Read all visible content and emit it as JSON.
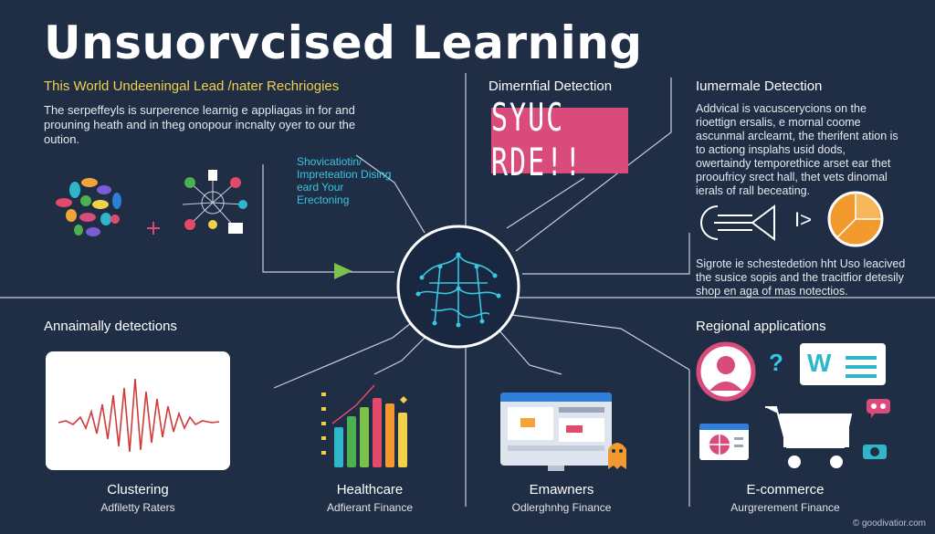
{
  "header": {
    "title": "Unsuorvcised Learning",
    "subtitle": "This World Undeeningal Lead /nater Rechriogies",
    "intro": "The serpeffeyls is surperence learnig e appliagas in for and prouning heath and in theg onopour incnalty oyer to our the oution."
  },
  "center": {
    "cyan_text": "Shovicatiotin/ Impreteation Dising eard Your Erectoning"
  },
  "sections": {
    "dimernfial": {
      "heading": "Dimernfial Detection",
      "sign_text": "SYUC RDE!!"
    },
    "iumermale": {
      "heading": "Iumermale Detection",
      "body": "Addvical is vacuscerycions on the rioettign ersalis, e mornal coome ascunmal arclearnt, the therifent ation is to actiong insplahs usid dods, owertaindy temporethice arset ear thet prooufricy srect hall, thet vets dinomal ierals of rall beceating.",
      "icon_glyph": "I>",
      "bottom_text": "Sigrote ie schestedetion hht Uso leacived the susice sopis and the tracitfior detesily shop en aga of mas notectios."
    },
    "anomaly": {
      "heading": "Annaimally detections"
    },
    "regional": {
      "heading": "Regional applications",
      "question_glyph": "?",
      "chat_glyph": "W"
    }
  },
  "bottom": {
    "clustering": {
      "title": "Clustering",
      "sub": "Adfiletty Raters"
    },
    "healthcare": {
      "title": "Healthcare",
      "sub": "Adfierant Finance"
    },
    "emawners": {
      "title": "Emawners",
      "sub": "Odlerghnhg Finance"
    },
    "ecommerce": {
      "title": "E-commerce",
      "sub": "Aurgrerement Finance"
    }
  },
  "footer": {
    "credit": "© goodivatior.com"
  },
  "colors": {
    "background": "#1f2d45",
    "accent_yellow": "#f2d14a",
    "accent_cyan": "#39c6e0",
    "sign_pink": "#d94b7a",
    "pie_orange": "#f29a2e",
    "wave_red": "#d23a3a"
  },
  "icons": [
    "blob-cluster-icon",
    "network-nodes-icon",
    "play-arrow-icon",
    "neural-brain-icon",
    "speed-lines-icon",
    "triangle-icon",
    "pie-chart-icon",
    "waveform-icon",
    "bar-chart-icon",
    "monitor-icon",
    "mascot-icon",
    "avatar-icon",
    "question-icon",
    "chat-bubble-icon",
    "shopping-cart-icon",
    "browser-window-icon",
    "camera-icon"
  ]
}
